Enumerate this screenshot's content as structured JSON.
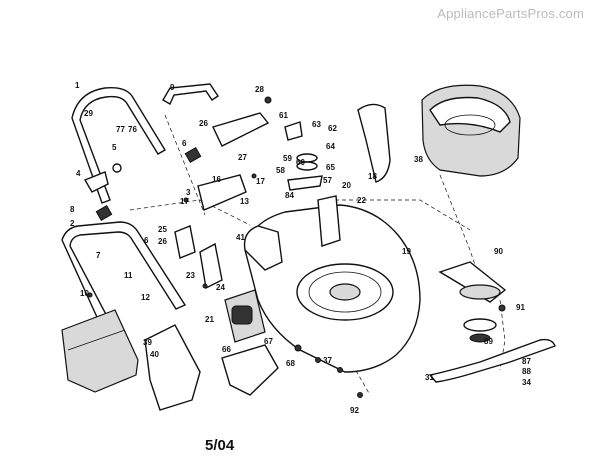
{
  "watermark": "AppliancePartsPros.com",
  "date_code": "5/04",
  "part_labels": [
    "1",
    "29",
    "77",
    "76",
    "5",
    "4",
    "6",
    "8",
    "2",
    "7",
    "10",
    "11",
    "12",
    "9",
    "28",
    "26",
    "6",
    "27",
    "3",
    "16",
    "17",
    "17",
    "13",
    "25",
    "26",
    "23",
    "24",
    "21",
    "40",
    "39",
    "84",
    "41",
    "61",
    "63",
    "62",
    "59",
    "60",
    "58",
    "64",
    "65",
    "57",
    "20",
    "22",
    "18",
    "38",
    "19",
    "90",
    "91",
    "89",
    "87",
    "88",
    "34",
    "31",
    "92",
    "37",
    "67",
    "66",
    "68"
  ]
}
